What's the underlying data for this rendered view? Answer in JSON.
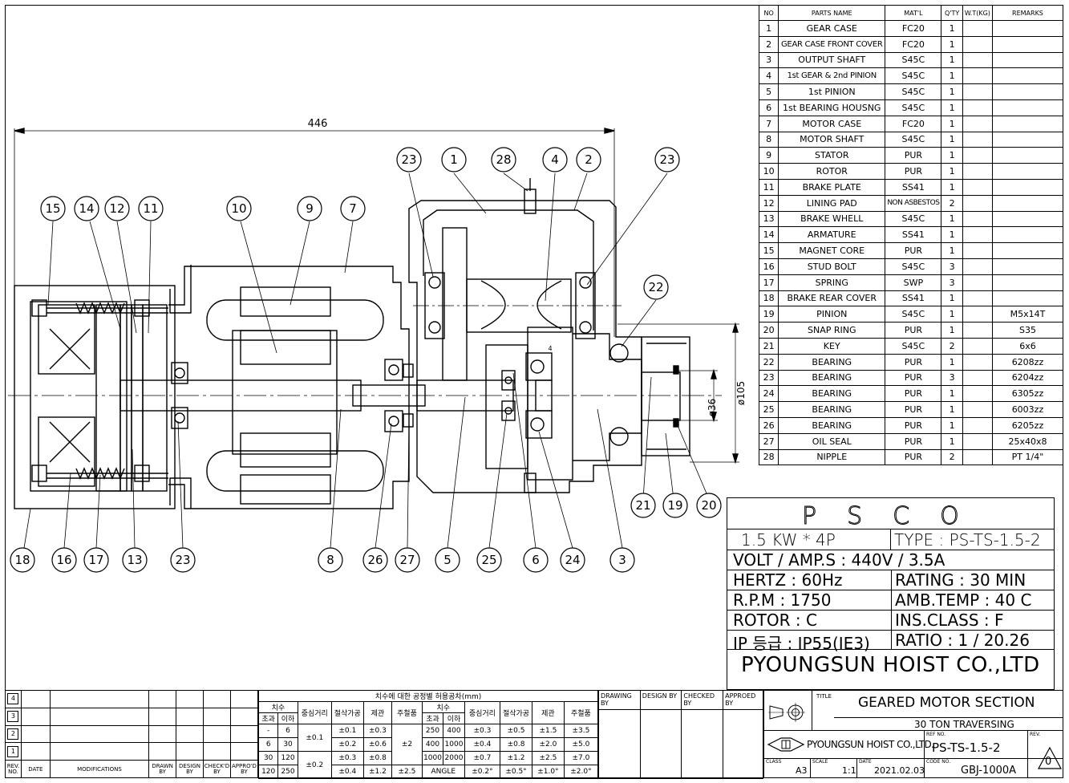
{
  "parts_table": {
    "headers": [
      "NO",
      "PARTS NAME",
      "MAT'L",
      "Q'TY",
      "W.T(KG)",
      "REMARKS"
    ],
    "rows": [
      [
        "1",
        "GEAR CASE",
        "FC20",
        "1",
        "",
        ""
      ],
      [
        "2",
        "GEAR CASE FRONT COVER",
        "FC20",
        "1",
        "",
        ""
      ],
      [
        "3",
        "OUTPUT SHAFT",
        "S45C",
        "1",
        "",
        ""
      ],
      [
        "4",
        "1st GEAR & 2nd PINION",
        "S45C",
        "1",
        "",
        ""
      ],
      [
        "5",
        "1st PINION",
        "S45C",
        "1",
        "",
        ""
      ],
      [
        "6",
        "1st BEARING HOUSNG",
        "S45C",
        "1",
        "",
        ""
      ],
      [
        "7",
        "MOTOR CASE",
        "FC20",
        "1",
        "",
        ""
      ],
      [
        "8",
        "MOTOR SHAFT",
        "S45C",
        "1",
        "",
        ""
      ],
      [
        "9",
        "STATOR",
        "PUR",
        "1",
        "",
        ""
      ],
      [
        "10",
        "ROTOR",
        "PUR",
        "1",
        "",
        ""
      ],
      [
        "11",
        "BRAKE PLATE",
        "SS41",
        "1",
        "",
        ""
      ],
      [
        "12",
        "LINING PAD",
        "NON ASBESTOS",
        "2",
        "",
        ""
      ],
      [
        "13",
        "BRAKE WHELL",
        "S45C",
        "1",
        "",
        ""
      ],
      [
        "14",
        "ARMATURE",
        "SS41",
        "1",
        "",
        ""
      ],
      [
        "15",
        "MAGNET CORE",
        "PUR",
        "1",
        "",
        ""
      ],
      [
        "16",
        "STUD BOLT",
        "S45C",
        "3",
        "",
        ""
      ],
      [
        "17",
        "SPRING",
        "SWP",
        "3",
        "",
        ""
      ],
      [
        "18",
        "BRAKE REAR COVER",
        "SS41",
        "1",
        "",
        ""
      ],
      [
        "19",
        "PINION",
        "S45C",
        "1",
        "",
        "M5x14T"
      ],
      [
        "20",
        "SNAP RING",
        "PUR",
        "1",
        "",
        "S35"
      ],
      [
        "21",
        "KEY",
        "S45C",
        "2",
        "",
        "6x6"
      ],
      [
        "22",
        "BEARING",
        "PUR",
        "1",
        "",
        "6208zz"
      ],
      [
        "23",
        "BEARING",
        "PUR",
        "3",
        "",
        "6204zz"
      ],
      [
        "24",
        "BEARING",
        "PUR",
        "1",
        "",
        "6305zz"
      ],
      [
        "25",
        "BEARING",
        "PUR",
        "1",
        "",
        "6003zz"
      ],
      [
        "26",
        "BEARING",
        "PUR",
        "1",
        "",
        "6205zz"
      ],
      [
        "27",
        "OIL SEAL",
        "PUR",
        "1",
        "",
        "25x40x8"
      ],
      [
        "28",
        "NIPPLE",
        "PUR",
        "2",
        "",
        "PT 1/4\""
      ]
    ]
  },
  "spec": {
    "logo": "PSCO",
    "power": "1.5  KW * 4P",
    "type": "TYPE : PS-TS-1.5-2",
    "volt": "VOLT / AMP.S : 440V / 3.5A",
    "hertz": "HERTZ : 60Hz",
    "rating": "RATING : 30 MIN",
    "rpm": "R.P.M : 1750",
    "amb": "AMB.TEMP : 40 C",
    "rotor": "ROTOR : C",
    "ins": "INS.CLASS : F",
    "ip": "IP 등급 : IP55(IE3)",
    "ratio": "RATIO : 1 / 20.26",
    "company": "PYOUNGSUN HOIST CO.,LTD"
  },
  "drawing": {
    "dim_length": "446",
    "dim_dia1": "ø36",
    "dim_dia2": "ø105",
    "balloons": [
      "1",
      "2",
      "3",
      "4",
      "5",
      "6",
      "7",
      "8",
      "9",
      "10",
      "11",
      "12",
      "13",
      "14",
      "15",
      "16",
      "17",
      "18",
      "19",
      "20",
      "21",
      "22",
      "23",
      "23",
      "23",
      "24",
      "25",
      "26",
      "27",
      "28"
    ],
    "small_label_4": "4"
  },
  "revision": {
    "rev_marks": [
      "4",
      "3",
      "2",
      "1"
    ],
    "rev_header": [
      "REV. NO.",
      "DATE",
      "MODIFICATIONS",
      "DRAWN BY",
      "DESIGN BY",
      "CHECK'D BY",
      "APPRO'D BY"
    ]
  },
  "tolerance": {
    "title": "치수에 대한 공정별 허용공차(mm)",
    "col_dim": "치수",
    "col_over": "초과",
    "col_under": "이하",
    "col_center": "중심거리",
    "col_cut": "절삭가공",
    "col_plate": "제관",
    "col_cast": "주철품",
    "left_rows": [
      [
        "-",
        "6",
        "±0.1",
        "±0.3"
      ],
      [
        "6",
        "30",
        "",
        "±0.2",
        "±0.6"
      ],
      [
        "30",
        "120",
        "",
        "±0.3",
        "±0.8"
      ],
      [
        "120",
        "250",
        "",
        "±0.4",
        "±1.2",
        "±2.5"
      ]
    ],
    "left_center": [
      "±0.1",
      "±0.2"
    ],
    "left_cast_mid": "±2",
    "right_rows": [
      [
        "250",
        "400",
        "±0.3",
        "±0.5",
        "±1.5",
        "±3.5"
      ],
      [
        "400",
        "1000",
        "±0.4",
        "±0.8",
        "±2.0",
        "±5.0"
      ],
      [
        "1000",
        "2000",
        "±0.7",
        "±1.2",
        "±2.5",
        "±7.0"
      ],
      [
        "ANGLE",
        "",
        "±0.2°",
        "±0.5°",
        "±1.0°",
        "±2.0°"
      ]
    ]
  },
  "signoff": {
    "drawing_by": "DRAWING BY",
    "design_by": "DESIGN BY",
    "checked_by": "CHECKED BY",
    "approved_by": "APPROED BY"
  },
  "titleblock": {
    "title_label": "TITLE",
    "title": "GEARED MOTOR SECTION",
    "subtitle": "30 TON TRAVERSING",
    "company": "PYOUNGSUN HOIST CO.,LTD.",
    "ref_label": "REF NO.",
    "ref_no": "PS-TS-1.5-2",
    "rev_label": "REV.",
    "rev_value": "0",
    "class_label": "CLASS",
    "class_value": "A3",
    "scale_label": "SCALE",
    "scale_value": "1:1",
    "date_label": "DATE",
    "date_value": "2021.02.03",
    "code_label": "CODE NO.",
    "code_value": "GBJ-1000A"
  }
}
